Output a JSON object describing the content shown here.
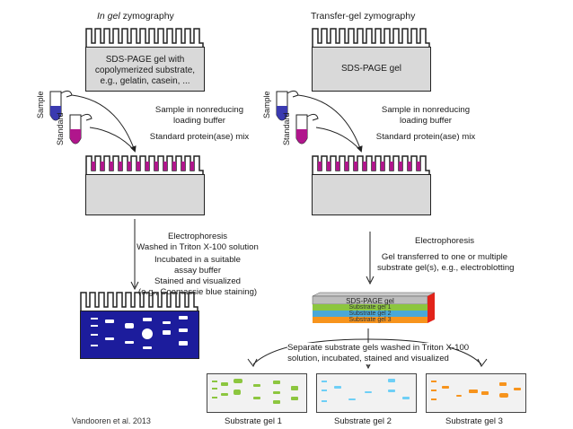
{
  "left": {
    "title_italic": "In gel",
    "title_rest": " zymography",
    "gel_text_lines": [
      "SDS-PAGE gel with",
      "copolymerized substrate,",
      "e.g., gelatin, casein, ..."
    ],
    "step1_lines": [
      "Sample in nonreducing",
      "loading buffer",
      "Standard protein(ase) mix"
    ],
    "step2_lines": [
      "Electrophoresis",
      "Washed in Triton X-100 solution"
    ],
    "step3_lines": [
      "Incubated in a suitable",
      "assay buffer",
      "Stained and visualized",
      "(e.g., Coomassie blue staining)"
    ],
    "tube_sample": "Sample",
    "tube_standard": "Standard"
  },
  "right": {
    "title": "Transfer-gel zymography",
    "gel_text": "SDS-PAGE gel",
    "step1_lines": [
      "Sample in nonreducing",
      "loading buffer",
      "Standard protein(ase) mix"
    ],
    "step2_lines": [
      "Electrophoresis"
    ],
    "step3_lines": [
      "Gel transferred to one or multiple",
      "substrate gel(s), e.g., electroblotting"
    ],
    "stack_layers": [
      "SDS-PAGE gel",
      "Substrate gel 1",
      "Substrate gel 2",
      "Substrate gel 3"
    ],
    "step4_lines": [
      "Separate substrate gels washed in Triton X-100",
      "solution, incubated, stained and visualized"
    ],
    "tube_sample": "Sample",
    "tube_standard": "Standard",
    "substrate_captions": [
      "Substrate gel 1",
      "Substrate gel 2",
      "Substrate gel 3"
    ]
  },
  "credit": "Vandooren et al. 2013",
  "colors": {
    "gel_gray": "#d9d9d9",
    "well_magenta": "#b0168c",
    "well_blue": "#3a3ab0",
    "stained_gel": "#1c1c9c",
    "green": "#8cc63f",
    "cyan": "#6ecff6",
    "orange": "#f7941d",
    "red_edge": "#e2231a"
  }
}
